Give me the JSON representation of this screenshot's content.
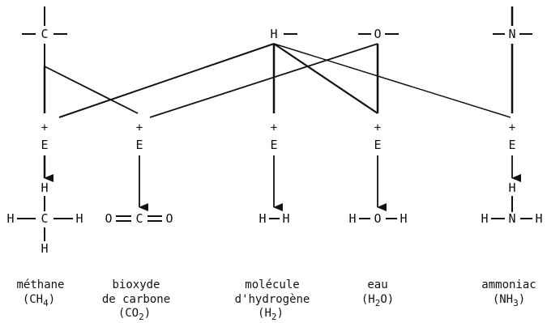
{
  "source_groups": {
    "carbon": "C",
    "hydrogen": "H",
    "oxygen": "O",
    "nitrogen": "N"
  },
  "plus_sign": "+",
  "energy_symbol": "E",
  "products": {
    "methane": {
      "center": "C",
      "h": "H"
    },
    "co2": {
      "o": "O",
      "c": "C"
    },
    "h2": {
      "h": "H"
    },
    "water": {
      "h": "H",
      "o": "O"
    },
    "ammonia": {
      "h": "H",
      "n": "N"
    }
  },
  "names": {
    "methane": {
      "line1": "méthane",
      "line2": "(CH",
      "sub": "4",
      "line2_end": ")"
    },
    "co2": {
      "line1": "bioxyde",
      "line2": "de carbone",
      "line3": "(CO",
      "sub": "2",
      "line3_end": ")"
    },
    "h2": {
      "line1": "molécule",
      "line2": "d'hydrogène",
      "line3": "(H",
      "sub": "2",
      "line3_end": ")"
    },
    "water": {
      "line1": "eau",
      "line2": "(H",
      "sub": "2",
      "line2_mid": "O)"
    },
    "ammonia": {
      "line1": "ammoniac",
      "line2": "(NH",
      "sub": "3",
      "line2_end": ")"
    }
  }
}
